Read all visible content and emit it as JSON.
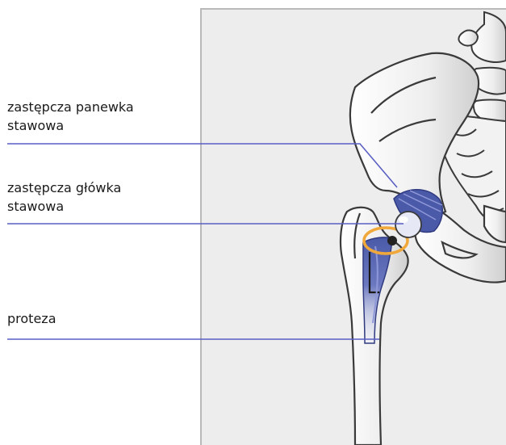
{
  "diagram": {
    "labels": [
      {
        "id": "acetabular-cup",
        "text": "zastępcza panewka\nstawowa"
      },
      {
        "id": "femoral-head",
        "text": "zastępcza główka\nstawowa"
      },
      {
        "id": "prosthesis-stem",
        "text": "proteza"
      }
    ],
    "colors": {
      "leader_line": "#5a5fc4",
      "implant": "#4b5aa8",
      "ring": "#f0a83a",
      "bone_fill": "#f6f6f6",
      "bone_outline": "#3a3a3a",
      "panel_bg": "#ededed"
    }
  }
}
